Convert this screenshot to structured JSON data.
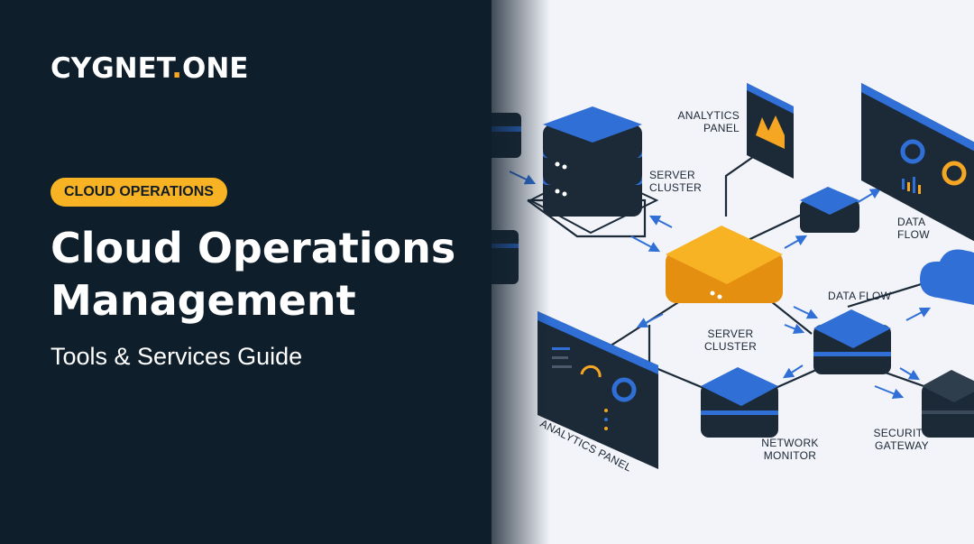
{
  "brand": {
    "logo_part1": "CYGNET",
    "logo_dot": ".",
    "logo_part2": "ONE",
    "accent_color": "#f5a623"
  },
  "category": "CLOUD OPERATIONS",
  "title_line1": "Cloud Operations",
  "title_line2": "Management",
  "subtitle": "Tools & Services Guide",
  "diagram": {
    "analytics_panel_top": [
      "ANALYTICS",
      "PANEL"
    ],
    "server_cluster_top": [
      "SERVER",
      "CLUSTER"
    ],
    "data_flow_right": [
      "DATA",
      "FLOW"
    ],
    "data_flow_mid": "DATA FLOW",
    "server_cluster_center": [
      "SERVER",
      "CLUSTER"
    ],
    "analytics_panel_bottom": "ANALYTICS PANEL",
    "network_monitor": [
      "NETWORK",
      "MONITOR"
    ],
    "security_gateway": [
      "SECURITY",
      "GATEWAY"
    ]
  },
  "colors": {
    "background_dark": "#0f1e2b",
    "badge": "#f8b324",
    "node_blue": "#2f6fd6",
    "node_dark": "#1c2a38",
    "node_orange": "#f5a623"
  }
}
